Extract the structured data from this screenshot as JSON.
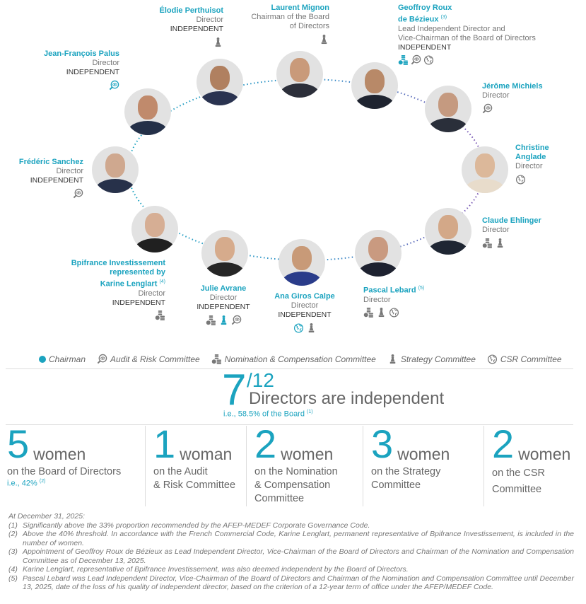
{
  "directors": [
    {
      "name": "Élodie Perthuisot",
      "sup": "",
      "role": "Director",
      "status": "INDEPENDENT",
      "committees": [
        "strategy"
      ]
    },
    {
      "name": "Laurent Mignon",
      "sup": "",
      "role_line1": "Chairman of the Board",
      "role_line2": "of Directors",
      "status": "",
      "committees": [
        "strategy"
      ]
    },
    {
      "name_line1": "Geoffroy Roux",
      "name_line2": "de Bézieux",
      "sup": "(3)",
      "role_line1": "Lead Independent Director and",
      "role_line2": "Vice-Chairman of the Board of Directors",
      "status": "INDEPENDENT",
      "committees": [
        "nomination",
        "audit",
        "csr"
      ]
    },
    {
      "name": "Jean-François Palus",
      "sup": "",
      "role": "Director",
      "status": "INDEPENDENT",
      "committees": [
        "audit"
      ]
    },
    {
      "name": "Jérôme Michiels",
      "sup": "",
      "role": "Director",
      "status": "",
      "committees": [
        "audit"
      ]
    },
    {
      "name_line1": "Christine",
      "name_line2": "Anglade",
      "sup": "",
      "role": "Director",
      "status": "",
      "committees": [
        "csr"
      ]
    },
    {
      "name": "Frédéric Sanchez",
      "sup": "",
      "role": "Director",
      "status": "INDEPENDENT",
      "committees": [
        "audit"
      ]
    },
    {
      "name": "Claude Ehlinger",
      "sup": "",
      "role": "Director",
      "status": "",
      "committees": [
        "nomination",
        "strategy"
      ]
    },
    {
      "name_line1": "Bpifrance Investissement",
      "name_line2": "represented by",
      "name_line3": "Karine Lenglart",
      "sup": "(4)",
      "role": "Director",
      "status": "INDEPENDENT",
      "committees": [
        "nomination"
      ]
    },
    {
      "name": "Julie Avrane",
      "sup": "",
      "role": "Director",
      "status": "INDEPENDENT",
      "committees": [
        "nomination",
        "strategy",
        "audit"
      ]
    },
    {
      "name": "Ana Giros Calpe",
      "sup": "",
      "role": "Director",
      "status": "INDEPENDENT",
      "committees": [
        "csr",
        "strategy"
      ]
    },
    {
      "name": "Pascal Lebard",
      "sup": "(5)",
      "role": "Director",
      "status": "",
      "committees": [
        "nomination",
        "strategy",
        "csr"
      ]
    }
  ],
  "legend": {
    "chairman": "Chairman",
    "audit": "Audit & Risk Committee",
    "nomination": "Nomination & Compensation Committee",
    "strategy": "Strategy Committee",
    "csr": "CSR Committee"
  },
  "independence": {
    "count": "7",
    "total": "/12",
    "label": "Directors are independent",
    "note": "i.e., 58.5% of the Board",
    "note_sup": "(1)"
  },
  "stats": [
    {
      "num": "5",
      "unit": "women",
      "desc_line1": "on the Board of Directors",
      "pct": "i.e., 42%",
      "pct_sup": "(2)"
    },
    {
      "num": "1",
      "unit": "woman",
      "desc_line1": "on the Audit",
      "desc_line2": "& Risk Committee"
    },
    {
      "num": "2",
      "unit": "women",
      "desc_line1": "on the Nomination",
      "desc_line2": "& Compensation",
      "desc_line3": "Committee"
    },
    {
      "num": "3",
      "unit": "women",
      "desc_line1": "on the Strategy",
      "desc_line2": "Committee"
    },
    {
      "num": "2",
      "unit": "women",
      "desc_line1": "on the CSR",
      "desc_line2": "Committee"
    }
  ],
  "notes": {
    "heading": "At December 31, 2025:",
    "items": [
      {
        "key": "(1)",
        "text": "Significantly above the 33% proportion recommended by the AFEP-MEDEF Corporate Governance Code."
      },
      {
        "key": "(2)",
        "text": "Above the 40% threshold. In accordance with the French Commercial Code, Karine Lenglart, permanent representative of Bpifrance Investissement, is included in the number of women."
      },
      {
        "key": "(3)",
        "text": "Appointment of Geoffroy Roux de Bézieux as Lead Independent Director, Vice-Chairman of the Board of Directors and Chairman of the Nomination and Compensation Committee as of December 13, 2025."
      },
      {
        "key": "(4)",
        "text": "Karine Lenglart, representative of Bpifrance Investissement, was also deemed independent by the Board of Directors."
      },
      {
        "key": "(5)",
        "text": "Pascal Lebard was Lead Independent Director, Vice-Chairman of the Board of Directors and Chairman of the Nomination and Compensation Committee until December 13, 2025, date of the loss of his quality of independent director, based on the criterion of a 12-year term of office under the AFEP/MEDEF Code."
      }
    ]
  },
  "colors": {
    "accent": "#1ba3bf",
    "text_gray": "#666666",
    "icon_gray": "#777777",
    "ellipse_left": "#1ba3bf",
    "ellipse_right": "#7a4fb0"
  }
}
